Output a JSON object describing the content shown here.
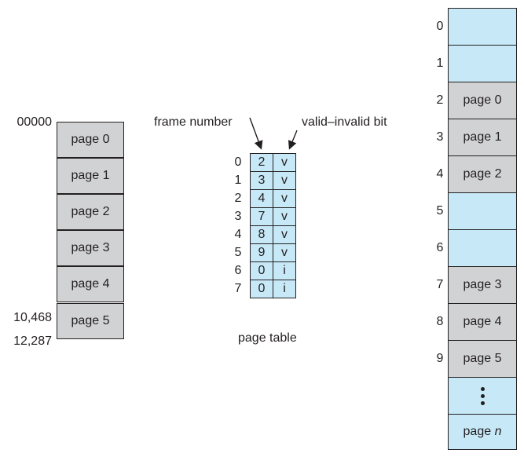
{
  "logical_memory": {
    "pages": [
      "page 0",
      "page 1",
      "page 2",
      "page 3",
      "page 4",
      "page 5"
    ],
    "addresses": {
      "start": "00000",
      "mid": "10,468",
      "end": "12,287"
    }
  },
  "page_table": {
    "frame_label": "frame number",
    "bit_label": "valid–invalid bit",
    "caption": "page table",
    "rows": [
      {
        "index": "0",
        "frame": "2",
        "bit": "v"
      },
      {
        "index": "1",
        "frame": "3",
        "bit": "v"
      },
      {
        "index": "2",
        "frame": "4",
        "bit": "v"
      },
      {
        "index": "3",
        "frame": "7",
        "bit": "v"
      },
      {
        "index": "4",
        "frame": "8",
        "bit": "v"
      },
      {
        "index": "5",
        "frame": "9",
        "bit": "v"
      },
      {
        "index": "6",
        "frame": "0",
        "bit": "i"
      },
      {
        "index": "7",
        "frame": "0",
        "bit": "i"
      }
    ]
  },
  "physical_memory": {
    "frames": [
      {
        "index": "0",
        "content": ""
      },
      {
        "index": "1",
        "content": ""
      },
      {
        "index": "2",
        "content": "page 0"
      },
      {
        "index": "3",
        "content": "page 1"
      },
      {
        "index": "4",
        "content": "page 2"
      },
      {
        "index": "5",
        "content": ""
      },
      {
        "index": "6",
        "content": ""
      },
      {
        "index": "7",
        "content": "page 3"
      },
      {
        "index": "8",
        "content": "page 4"
      },
      {
        "index": "9",
        "content": "page 5"
      }
    ],
    "last_frame": {
      "prefix": "page ",
      "var": "n"
    }
  },
  "colors": {
    "page_fill": "#d1d2d4",
    "empty_fill": "#c7e9f7",
    "stroke": "#231f20"
  }
}
